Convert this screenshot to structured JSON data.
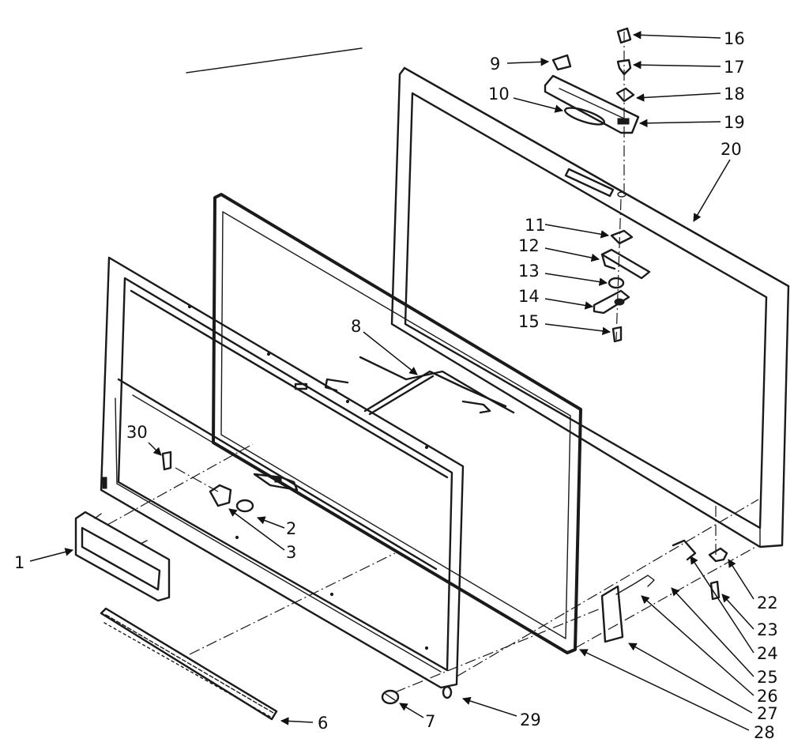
{
  "callouts": [
    {
      "id": "1",
      "label": "1"
    },
    {
      "id": "2",
      "label": "2"
    },
    {
      "id": "3",
      "label": "3"
    },
    {
      "id": "6",
      "label": "6"
    },
    {
      "id": "7",
      "label": "7"
    },
    {
      "id": "8",
      "label": "8"
    },
    {
      "id": "9",
      "label": "9"
    },
    {
      "id": "10",
      "label": "10"
    },
    {
      "id": "11",
      "label": "11"
    },
    {
      "id": "12",
      "label": "12"
    },
    {
      "id": "13",
      "label": "13"
    },
    {
      "id": "14",
      "label": "14"
    },
    {
      "id": "15",
      "label": "15"
    },
    {
      "id": "16",
      "label": "16"
    },
    {
      "id": "17",
      "label": "17"
    },
    {
      "id": "18",
      "label": "18"
    },
    {
      "id": "19",
      "label": "19"
    },
    {
      "id": "20",
      "label": "20"
    },
    {
      "id": "22",
      "label": "22"
    },
    {
      "id": "23",
      "label": "23"
    },
    {
      "id": "24",
      "label": "24"
    },
    {
      "id": "25",
      "label": "25"
    },
    {
      "id": "26",
      "label": "26"
    },
    {
      "id": "27",
      "label": "27"
    },
    {
      "id": "28",
      "label": "28"
    },
    {
      "id": "29",
      "label": "29"
    },
    {
      "id": "30",
      "label": "30"
    }
  ]
}
